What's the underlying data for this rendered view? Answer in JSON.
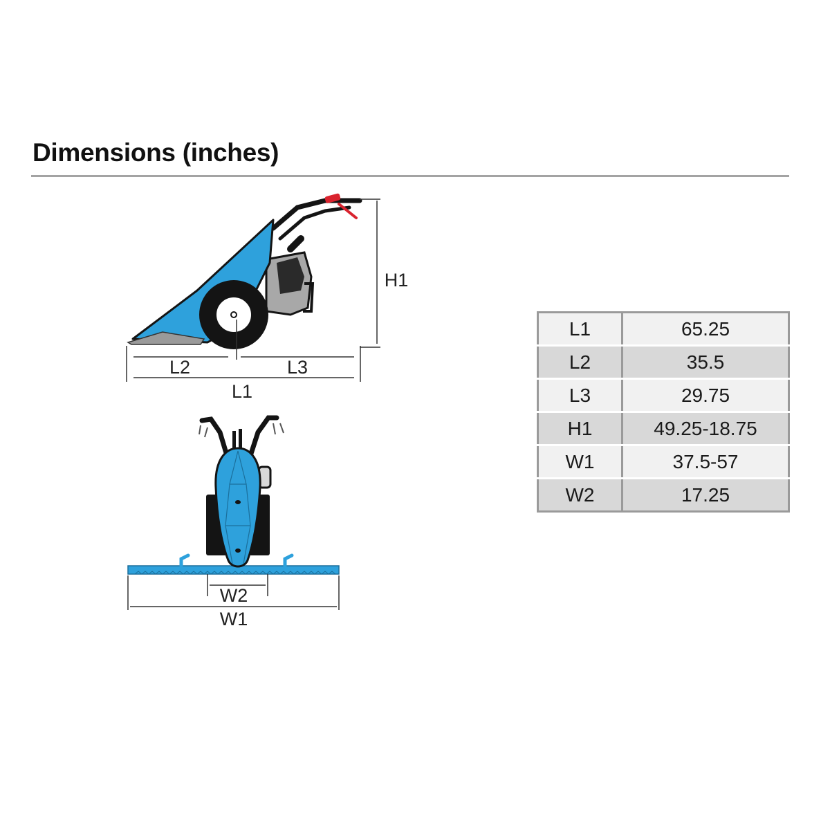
{
  "page": {
    "title": "Dimensions (inches)"
  },
  "diagram": {
    "side_view_labels": {
      "h1": "H1",
      "l1": "L1",
      "l2": "L2",
      "l3": "L3"
    },
    "front_view_labels": {
      "w1": "W1",
      "w2": "W2"
    },
    "colors": {
      "body_blue": "#2ea1dc",
      "engine_grey": "#a8a8a8",
      "lever_red": "#d9232e",
      "tire_black": "#141414"
    }
  },
  "dimensions_table": {
    "rows": [
      {
        "key": "L1",
        "value": "65.25"
      },
      {
        "key": "L2",
        "value": "35.5"
      },
      {
        "key": "L3",
        "value": "29.75"
      },
      {
        "key": "H1",
        "value": "49.25-18.75"
      },
      {
        "key": "W1",
        "value": "37.5-57"
      },
      {
        "key": "W2",
        "value": "17.25"
      }
    ]
  }
}
